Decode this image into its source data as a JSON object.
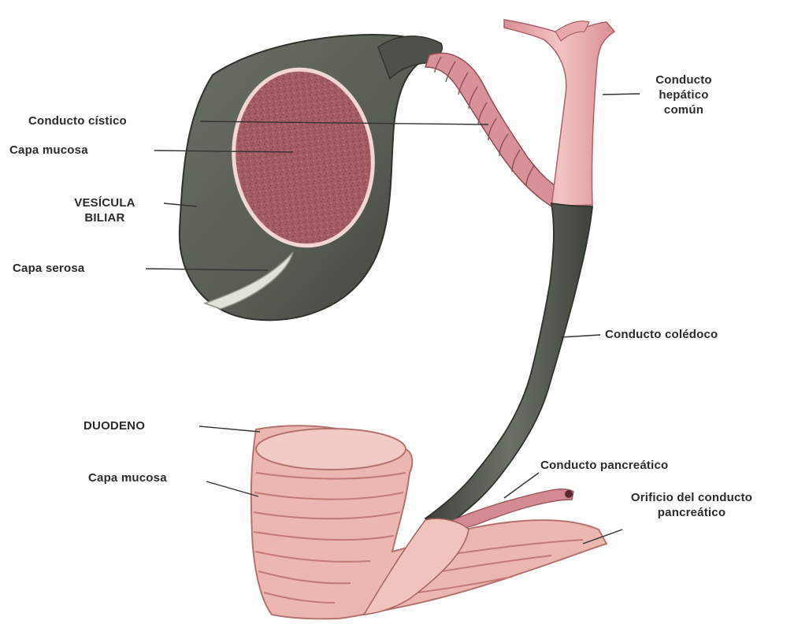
{
  "labels": {
    "conducto_cistico": "Conducto cístico",
    "capa_mucosa_vesicula": "Capa mucosa",
    "vesicula_line1": "VESÍCULA",
    "vesicula_line2": "BILIAR",
    "capa_serosa": "Capa serosa",
    "hepatico_line1": "Conducto",
    "hepatico_line2": "hepático",
    "hepatico_line3": "común",
    "coledoco": "Conducto colédoco",
    "duodeno": "DUODENO",
    "capa_mucosa_duodeno": "Capa mucosa",
    "pancreatico": "Conducto pancreático",
    "orificio_line1": "Orificio del conducto",
    "orificio_line2": "pancreático"
  },
  "colors": {
    "gallbladder_wall": "#5e6459",
    "gallbladder_dark": "#3f443c",
    "mucosa": "#a8606a",
    "mucosa_edge": "#f1d6d3",
    "duct_pink": "#e7a7aa",
    "duct_dark": "#4c5249",
    "duodenum_pink": "#eab1aa",
    "duodenum_fold": "#c97e78",
    "text": "#2b2b2b",
    "leader": "#333333"
  }
}
